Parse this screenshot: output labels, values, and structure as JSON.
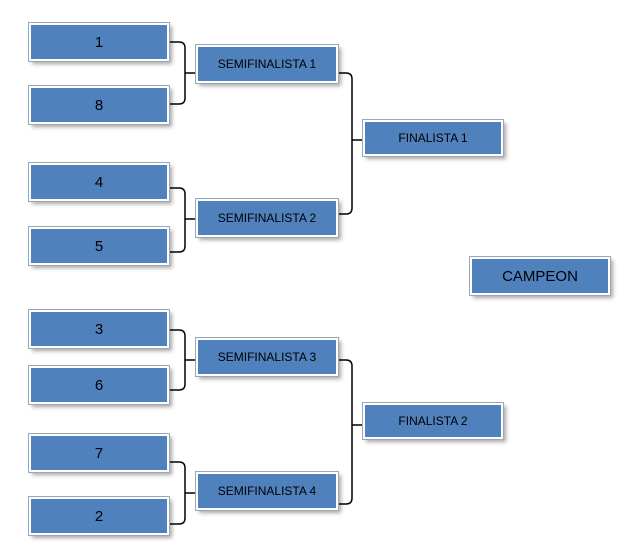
{
  "bracket": {
    "round1": [
      "1",
      "8",
      "4",
      "5",
      "3",
      "6",
      "7",
      "2"
    ],
    "semifinals": [
      "SEMIFINALISTA 1",
      "SEMIFINALISTA 2",
      "SEMIFINALISTA 3",
      "SEMIFINALISTA 4"
    ],
    "finals": [
      "FINALISTA 1",
      "FINALISTA 2"
    ],
    "champion": "CAMPEON"
  },
  "colors": {
    "box_fill": "#4f81bd",
    "connector": "#000000"
  }
}
